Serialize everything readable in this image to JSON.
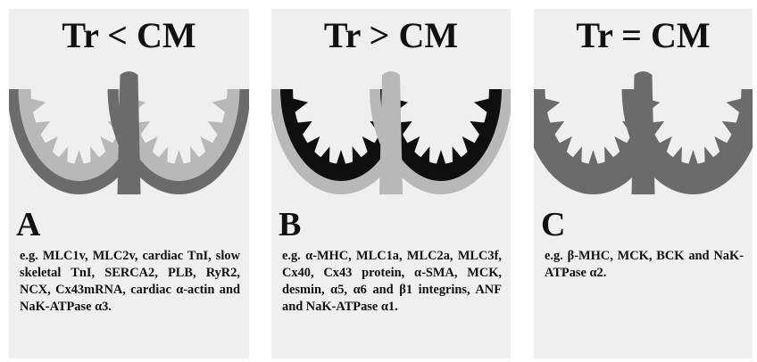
{
  "colors": {
    "panel_bg": "#efefef",
    "dark_gray": "#6b6b6b",
    "light_gray": "#b8b8b8",
    "black": "#0f0f0f"
  },
  "panels": [
    {
      "title": "Tr < CM",
      "letter": "A",
      "caption": "e.g. MLC1v, MLC2v, cardiac TnI, slow skeletal TnI, SERCA2, PLB, RyR2, NCX, Cx43mRNA, cardiac α-actin and NaK-ATPase α3.",
      "coloring": {
        "outer": "dark_gray",
        "inner": "light_gray",
        "septum": "dark_gray"
      }
    },
    {
      "title": "Tr > CM",
      "letter": "B",
      "caption": "e.g. α-MHC, MLC1a, MLC2a, MLC3f, Cx40, Cx43 protein, α-SMA, MCK, desmin, α5, α6 and β1 integrins, ANF and NaK-ATPase α1.",
      "coloring": {
        "outer": "light_gray",
        "inner": "black",
        "septum": "light_gray"
      }
    },
    {
      "title": "Tr = CM",
      "letter": "C",
      "caption": "e.g. β-MHC, MCK, BCK and NaK- ATPase α2.",
      "coloring": {
        "outer": "dark_gray",
        "inner": "dark_gray",
        "septum": "dark_gray"
      }
    }
  ]
}
